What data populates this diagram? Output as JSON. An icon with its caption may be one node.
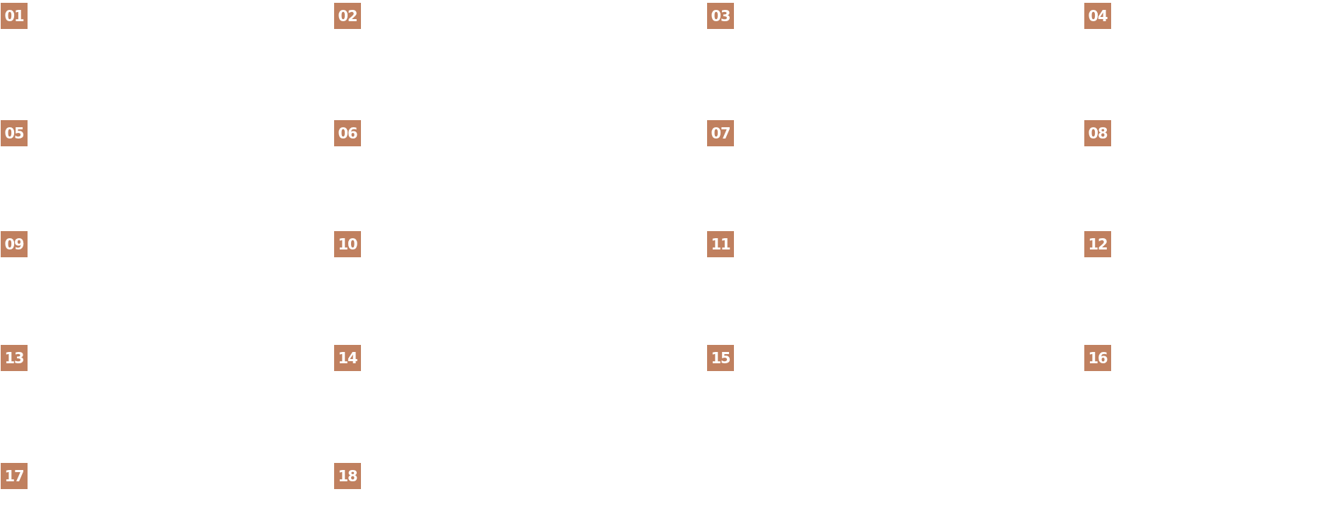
{
  "diagram": {
    "nodes": [
      {
        "text": [
          "01"
        ]
      },
      {
        "text": [
          "02"
        ]
      },
      {
        "text": [
          "03"
        ]
      },
      {
        "text": [
          "04"
        ]
      },
      {
        "text": [
          "05"
        ]
      },
      {
        "text": [
          "06"
        ]
      },
      {
        "text": [
          "07"
        ]
      },
      {
        "text": [
          "08"
        ]
      },
      {
        "text": [
          "09"
        ]
      },
      {
        "text": [
          "10"
        ]
      },
      {
        "text": [
          "11"
        ]
      },
      {
        "text": [
          "12"
        ]
      },
      {
        "text": [
          "13"
        ]
      },
      {
        "text": [
          "14"
        ]
      },
      {
        "text": [
          "15"
        ]
      },
      {
        "text": [
          "16"
        ]
      },
      {
        "text": [
          "17"
        ]
      },
      {
        "text": [
          "18"
        ]
      }
    ]
  }
}
